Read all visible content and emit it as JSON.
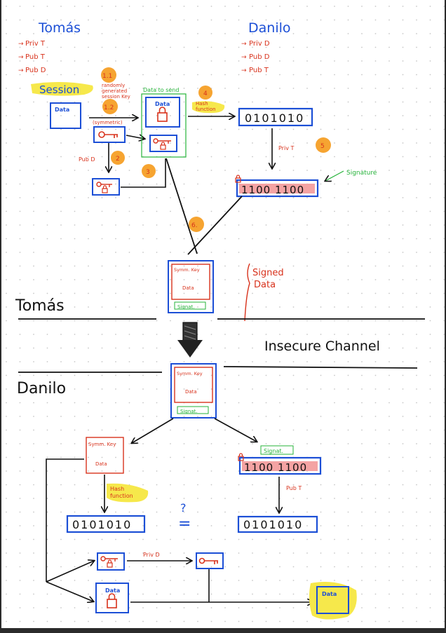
{
  "actors": {
    "tomas": "Tomás",
    "danilo": "Danilo"
  },
  "tomas_keys": [
    "Priv T",
    "Pub T",
    "Pub D"
  ],
  "danilo_keys": [
    "Priv D",
    "Pub D",
    "Pub T"
  ],
  "session": {
    "label": "Session",
    "note_line1": "randomly",
    "note_line2": "generated",
    "note_line3": "session Key"
  },
  "labels": {
    "data": "Data",
    "data_to_send": "Data to send",
    "symmetric": "(symmetric)",
    "pub_d": "Pub D",
    "hash_line1": "Hash",
    "hash_line2": "function",
    "priv_t": "Priv T",
    "signature": "Signature",
    "symm_key": "Symm. Key",
    "signat": "Signat.",
    "signed_line1": "Signed",
    "signed_line2": "Data",
    "insecure_channel": "Insecure Channel",
    "pub_t": "Pub T",
    "priv_d": "Priv D",
    "question": "?",
    "equals": "="
  },
  "steps": [
    "1.1",
    "1.2",
    "2",
    "3",
    "4",
    "5",
    "6."
  ],
  "bits": {
    "hash": "0101010",
    "signature": "1100 1100"
  },
  "colors": {
    "blue": "#1c4fd6",
    "red": "#d8321c",
    "green": "#26b33a",
    "orange": "#f59a1b",
    "highlight": "#f6e84b",
    "pink": "#f4a3a3",
    "background": "#ffffff"
  }
}
